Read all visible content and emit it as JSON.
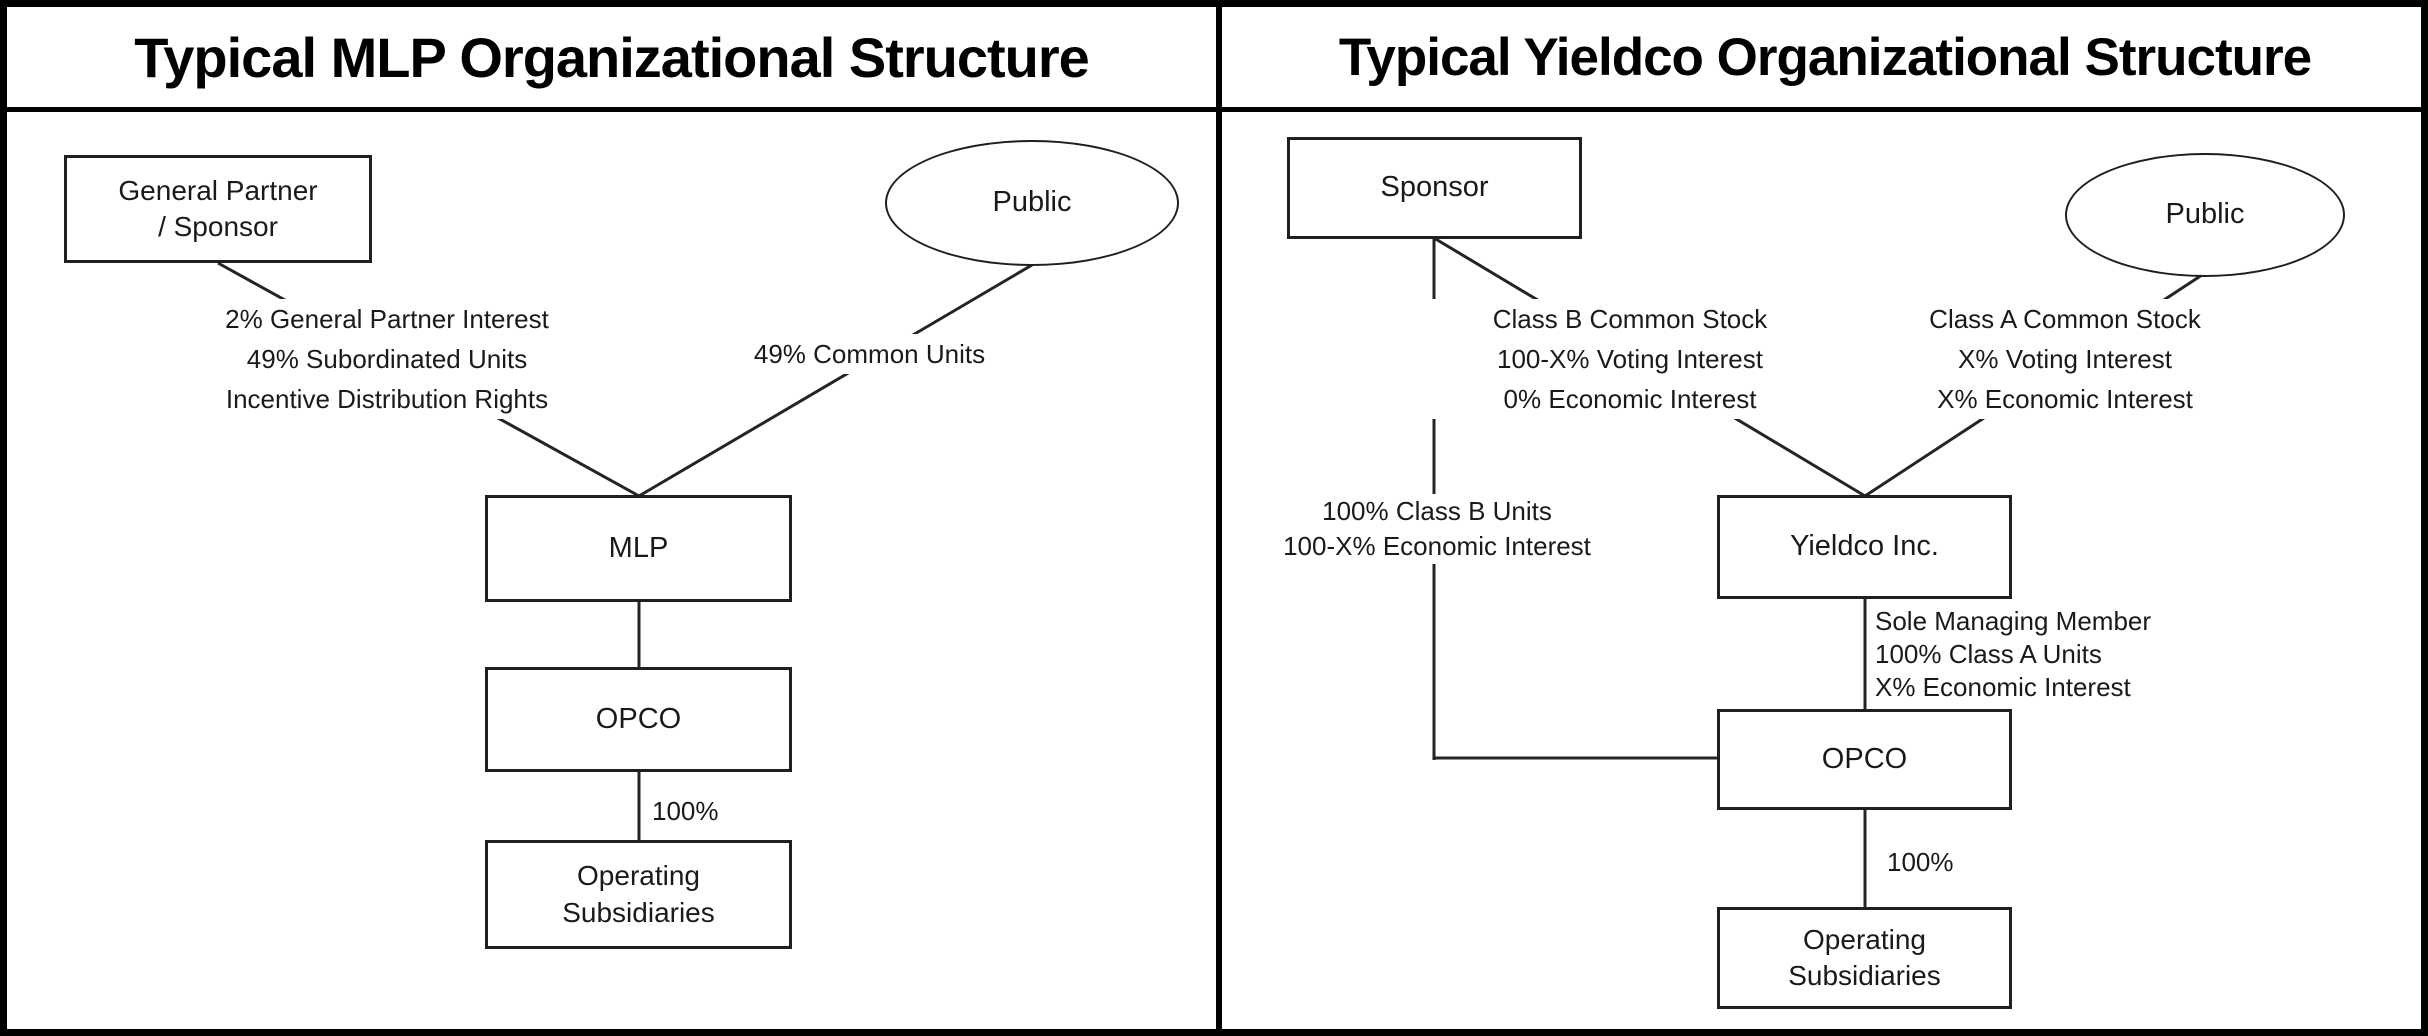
{
  "left": {
    "title": "Typical MLP Organizational Structure",
    "gp_box": "General Partner\n/ Sponsor",
    "public_label": "Public",
    "gp_interest_note": "2% General Partner Interest\n49% Subordinated Units\nIncentive Distribution Rights",
    "common_units_note": "49% Common Units",
    "mlp_box": "MLP",
    "opco_box": "OPCO",
    "pct_label": "100%",
    "opsub_box": "Operating\nSubsidiaries"
  },
  "right": {
    "title": "Typical Yieldco Organizational Structure",
    "sponsor_box": "Sponsor",
    "public_label": "Public",
    "class_b_note": "Class B Common Stock\n100-X% Voting Interest\n0% Economic Interest",
    "class_a_note": "Class A Common Stock\nX% Voting Interest\nX% Economic Interest",
    "class_b_units_note": "100% Class B Units\n100-X% Economic Interest",
    "yieldco_box": "Yieldco Inc.",
    "managing_member_note": "Sole Managing Member\n100% Class A Units\nX% Economic Interest",
    "opco_box": "OPCO",
    "pct_label": "100%",
    "opsub_box": "Operating\nSubsidiaries"
  },
  "colors": {
    "ink": "#1a1a1a",
    "line": "#242424",
    "border": "#000000",
    "background": "#ffffff"
  }
}
